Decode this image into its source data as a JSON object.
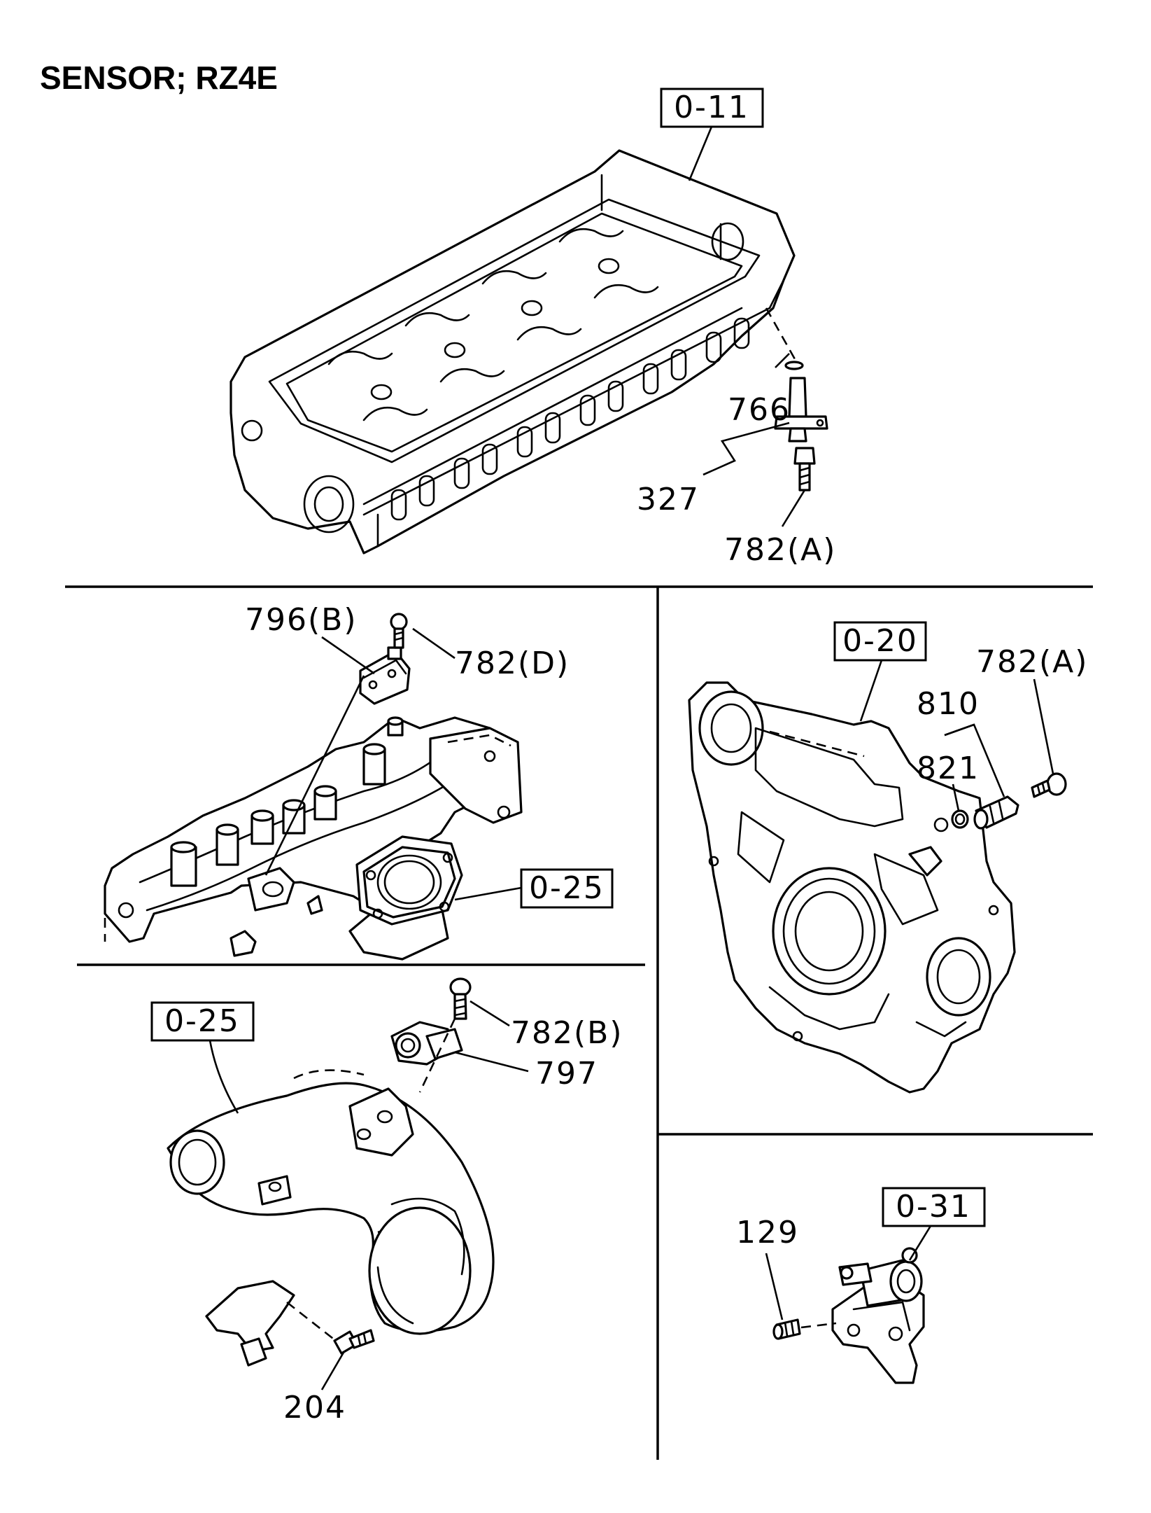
{
  "title": "SENSOR; RZ4E",
  "callouts": {
    "head_ref": "0-11",
    "manifold_ref": "0-25",
    "cover_ref": "0-20",
    "pipe_ref": "0-25",
    "pump_ref": "0-31"
  },
  "labels": {
    "l766": "766",
    "l327": "327",
    "l782a_top": "782(A)",
    "l796b": "796(B)",
    "l782d": "782(D)",
    "l782a_right": "782(A)",
    "l810": "810",
    "l821": "821",
    "l782b": "782(B)",
    "l797": "797",
    "l204": "204",
    "l129": "129"
  }
}
